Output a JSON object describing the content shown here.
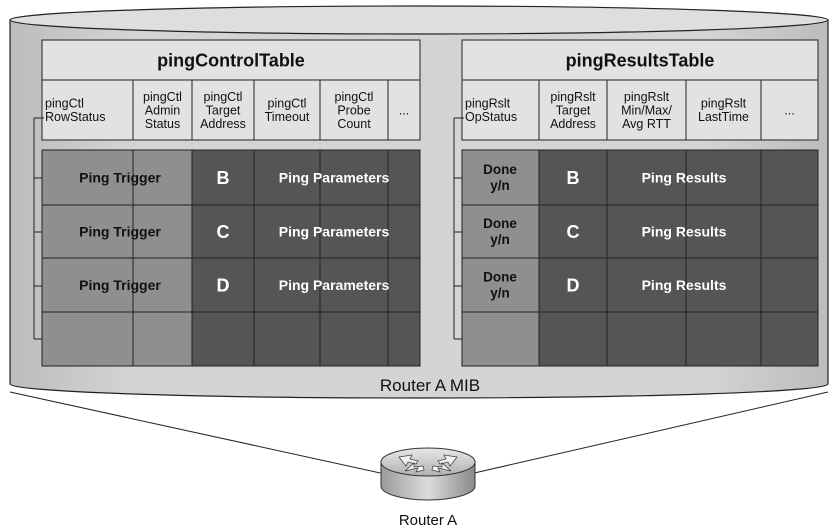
{
  "mib_label": "Router A MIB",
  "router_label": "Router A",
  "control_table": {
    "title": "pingControlTable",
    "columns": [
      [
        "pingCtl",
        "RowStatus"
      ],
      [
        "pingCtl",
        "Admin",
        "Status"
      ],
      [
        "pingCtl",
        "Target",
        "Address"
      ],
      [
        "pingCtl",
        "Timeout"
      ],
      [
        "pingCtl",
        "Probe",
        "Count"
      ],
      [
        "..."
      ]
    ],
    "rows": [
      {
        "trigger": "Ping Trigger",
        "address": "B",
        "params": "Ping Parameters"
      },
      {
        "trigger": "Ping Trigger",
        "address": "C",
        "params": "Ping Parameters"
      },
      {
        "trigger": "Ping Trigger",
        "address": "D",
        "params": "Ping Parameters"
      }
    ]
  },
  "results_table": {
    "title": "pingResultsTable",
    "columns": [
      [
        "pingRslt",
        "OpStatus"
      ],
      [
        "pingRslt",
        "Target",
        "Address"
      ],
      [
        "pingRslt",
        "Min/Max/",
        "Avg RTT"
      ],
      [
        "pingRslt",
        "LastTime"
      ],
      [
        "..."
      ]
    ],
    "rows": [
      {
        "status": [
          "Done",
          "y/n"
        ],
        "address": "B",
        "results": "Ping Results"
      },
      {
        "status": [
          "Done",
          "y/n"
        ],
        "address": "C",
        "results": "Ping Results"
      },
      {
        "status": [
          "Done",
          "y/n"
        ],
        "address": "D",
        "results": "Ping Results"
      }
    ]
  },
  "colors": {
    "cylinder": "#d2d2d2",
    "header_bg": "#e2e2e2",
    "light_cell": "#8f8f8f",
    "dark_cell": "#555555",
    "white_text": "#ffffff"
  }
}
